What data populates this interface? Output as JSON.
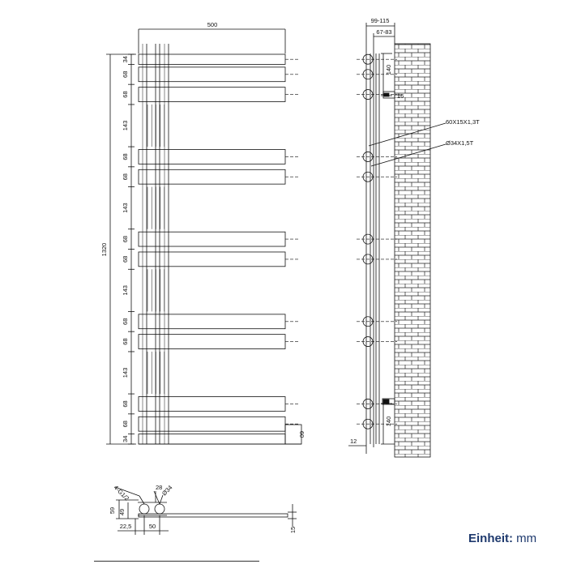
{
  "front_view": {
    "width_label": "500",
    "height_label": "1320",
    "bar_dims": [
      "34",
      "68",
      "68",
      "143",
      "68",
      "68",
      "143",
      "68",
      "68",
      "143",
      "68",
      "68",
      "143",
      "68",
      "68",
      "34"
    ],
    "end_bar_label": "60"
  },
  "side_view": {
    "depth_outer_label": "99-115",
    "depth_inner_label": "67-83",
    "top_offset_label": "140",
    "bottom_offset_label": "140",
    "bracket_label": "16",
    "bottom_gap_label": "12",
    "rect_tube_label": "60X15X1,3T",
    "round_tube_label": "Ø34X1,5T"
  },
  "bottom_view": {
    "connection_label": "4-G1/2",
    "pipe_offset_label": "28",
    "pipe_diameter_label": "Ø34",
    "height_outer_label": "59",
    "height_inner_label": "49",
    "left_offset_label": "22,5",
    "centre_spacing_label": "50",
    "bar_thickness_label": "15"
  },
  "footer": {
    "unit_prefix": "Einheit:",
    "unit_value": "mm"
  }
}
